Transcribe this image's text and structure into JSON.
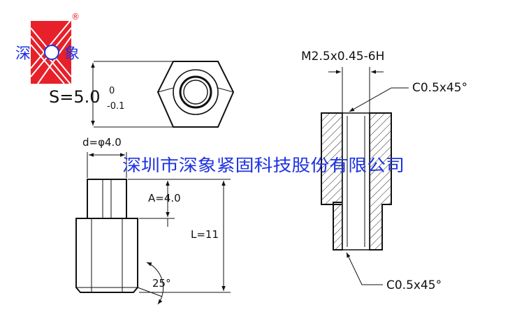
{
  "logo": {
    "text_left": "深",
    "text_right": "象",
    "registered_mark": "®",
    "brand_color": "#e8202a",
    "text_color": "#1f33e0"
  },
  "watermark": {
    "text": "深圳市深象紧固科技股份有限公司",
    "color": "#1f33e0"
  },
  "top_view": {
    "hex_size_label": "S=5.0",
    "tolerance_upper": "0",
    "tolerance_lower": "-0.1"
  },
  "side_view": {
    "shank_diameter_label": "d=φ4.0",
    "shank_length_label": "A=4.0",
    "total_length_label": "L=11",
    "chamfer_angle_label": "25°"
  },
  "section_view": {
    "thread_label": "M2.5x0.45-6H",
    "top_chamfer_label": "C0.5x45°",
    "bottom_chamfer_label": "C0.5x45°"
  }
}
